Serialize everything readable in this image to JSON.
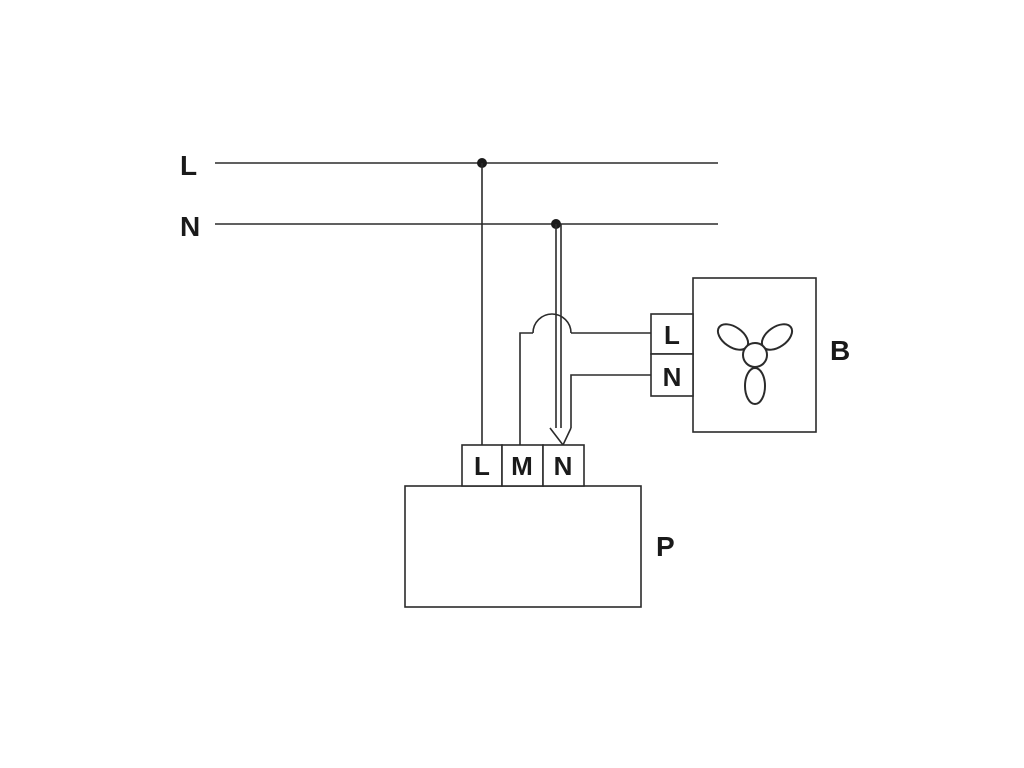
{
  "supply": {
    "line_label": "L",
    "neutral_label": "N"
  },
  "controller": {
    "label": "P",
    "terminals": [
      "L",
      "M",
      "N"
    ]
  },
  "fan": {
    "label": "B",
    "terminals": [
      "L",
      "N"
    ],
    "icon": "fan-icon"
  },
  "colors": {
    "line": "#2b2b2b",
    "text": "#1a1a1a",
    "background": "#ffffff"
  }
}
